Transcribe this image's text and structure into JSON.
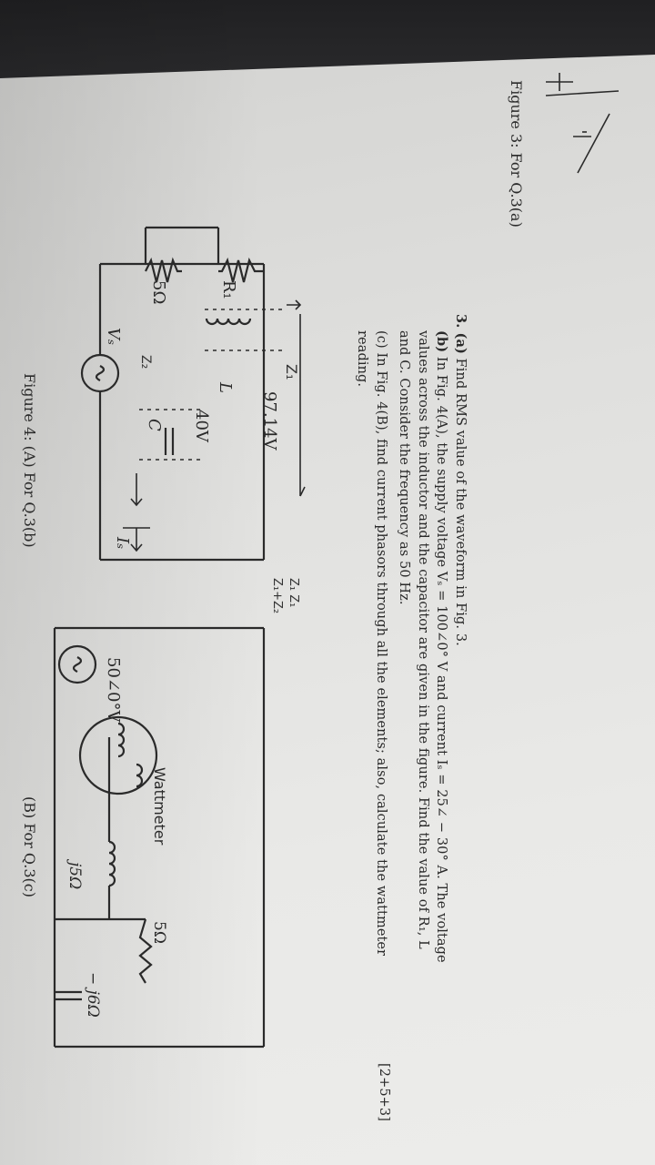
{
  "figure3_caption": "Figure 3: For Q.3(a)",
  "question": {
    "part_a_prefix": "3. (a)",
    "part_a_text": "Find RMS value of the waveform in Fig. 3.",
    "part_b_label": "(b)",
    "part_b_line1": "In Fig. 4(A), the supply voltage Vₛ = 100∠0° V and current Iₛ = 25∠ − 30° A. The voltage",
    "part_b_line2": "values across the inductor and the capacitor are given in the figure. Find the value of R₁, L",
    "part_b_line3": "and C. Consider the frequency as 50 Hz.",
    "part_c_line1": "(c) In Fig. 4(B), find current phasors through all the elements; also, calculate the wattmeter",
    "part_c_line2": "reading.",
    "marks": "[2+5+3]"
  },
  "figure4a": {
    "r1_label": "R₁",
    "l_label": "L",
    "c_label": "C",
    "resistor_value": "5Ω",
    "vl_label": "97.14V",
    "vc_label": "40V",
    "vs_label": "Vₛ",
    "is_label": "Iₛ",
    "caption": "Figure 4: (A) For Q.3(b)"
  },
  "figure4b": {
    "inductor_label": "j5Ω",
    "resistor_label": "5Ω",
    "capacitor_label": "− j6Ω",
    "wattmeter_label": "Wattmeter",
    "source_label": "50∠0°V",
    "caption": "(B) For Q.3(c)"
  },
  "handwritten": {
    "z1": "Z₁",
    "z2": "Z₂",
    "fraction_top": "Z₁ Z₁",
    "fraction_bottom": "Z₁+Z₂"
  }
}
